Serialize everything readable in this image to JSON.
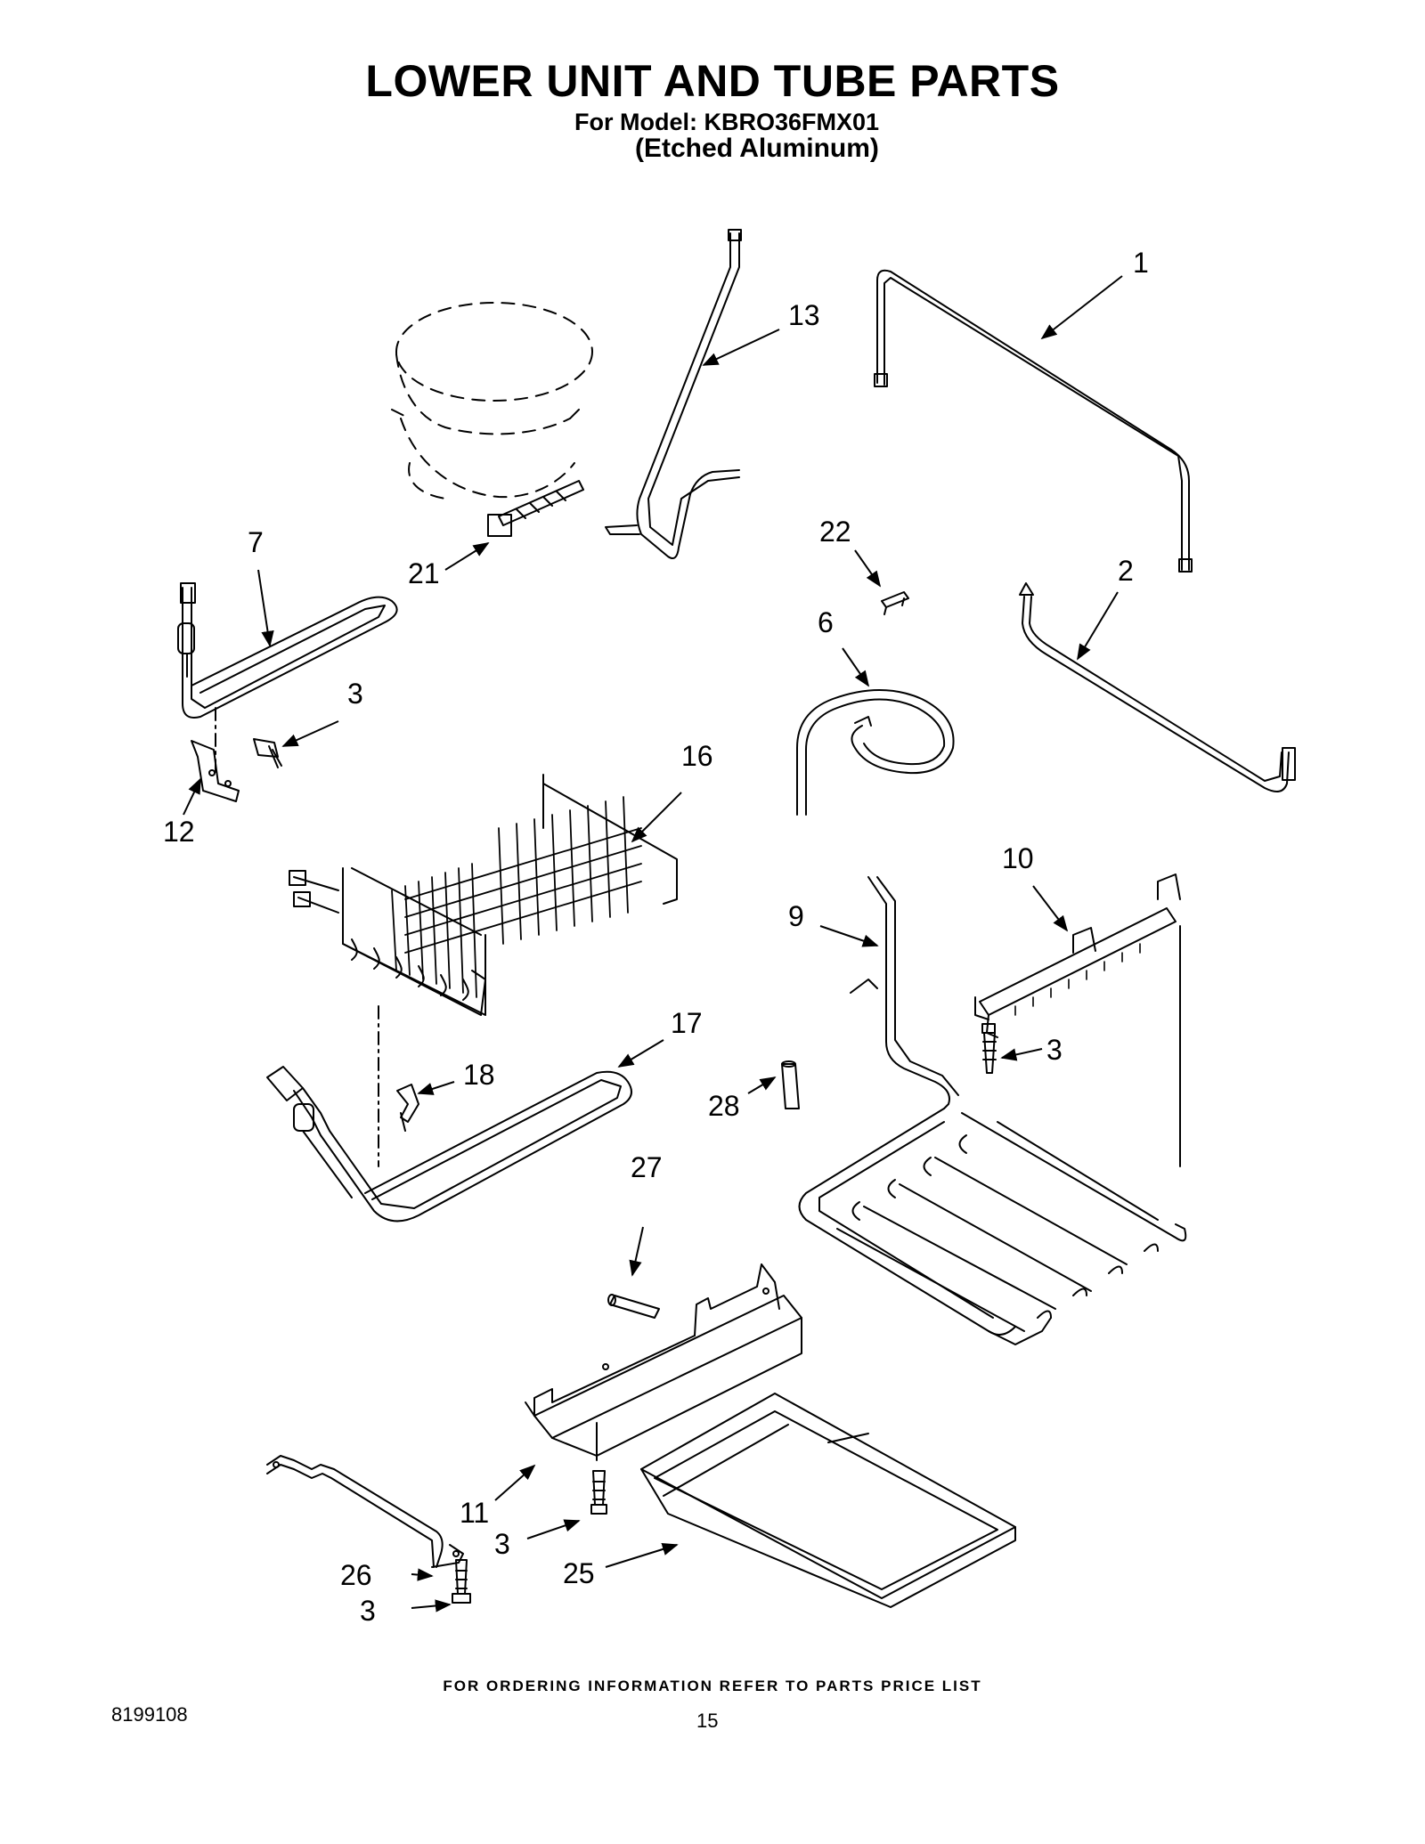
{
  "header": {
    "title": "LOWER UNIT AND TUBE PARTS",
    "model_line": "For Model: KBRO36FMX01",
    "finish_line": "(Etched Aluminum)"
  },
  "diagram": {
    "callouts": {
      "c1": "1",
      "c2": "2",
      "c3a": "3",
      "c3b": "3",
      "c3c": "3",
      "c3d": "3",
      "c6": "6",
      "c7": "7",
      "c9": "9",
      "c10": "10",
      "c11": "11",
      "c12": "12",
      "c13": "13",
      "c16": "16",
      "c17": "17",
      "c18": "18",
      "c21": "21",
      "c22": "22",
      "c25": "25",
      "c26": "26",
      "c27": "27",
      "c28": "28"
    }
  },
  "footer": {
    "ordering_note": "FOR ORDERING INFORMATION REFER TO PARTS PRICE LIST",
    "doc_number": "8199108",
    "page_number": "15"
  }
}
